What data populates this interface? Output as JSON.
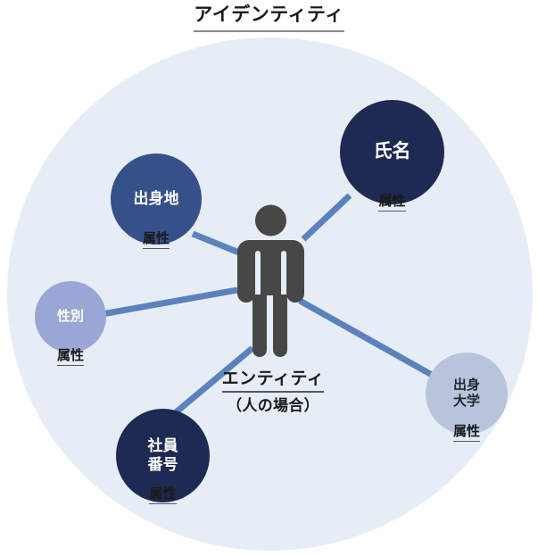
{
  "title": {
    "text": "アイデンティティ"
  },
  "colors": {
    "backdrop": "#e7edf6",
    "connector": "#5b82bd",
    "person": "#474747",
    "node_dark_navy": "#1f2a53",
    "node_medium_blue": "#36508a",
    "node_periwinkle": "#9aa6d4",
    "node_light_blue_gray": "#b8c4dc",
    "text_dark": "#1a1a1a",
    "text_light": "#ffffff"
  },
  "center": {
    "icon": "person-icon",
    "caption_main": "エンティティ",
    "caption_sub": "（人の場合）"
  },
  "attribute_caption": "属性",
  "nodes": [
    {
      "id": "name",
      "label": "氏名",
      "caption": "属性",
      "fill": "#1f2a53",
      "text_color": "#ffffff"
    },
    {
      "id": "birthplace",
      "label": "出身地",
      "caption": "属性",
      "fill": "#36508a",
      "text_color": "#ffffff"
    },
    {
      "id": "gender",
      "label": "性別",
      "caption": "属性",
      "fill": "#9aa6d4",
      "text_color": "#ffffff"
    },
    {
      "id": "employee_id",
      "label": "社員\n番号",
      "caption": "属性",
      "fill": "#1f2a53",
      "text_color": "#ffffff"
    },
    {
      "id": "university",
      "label": "出身\n大学",
      "caption": "属性",
      "fill": "#b8c4dc",
      "text_color": "#22272f"
    }
  ]
}
